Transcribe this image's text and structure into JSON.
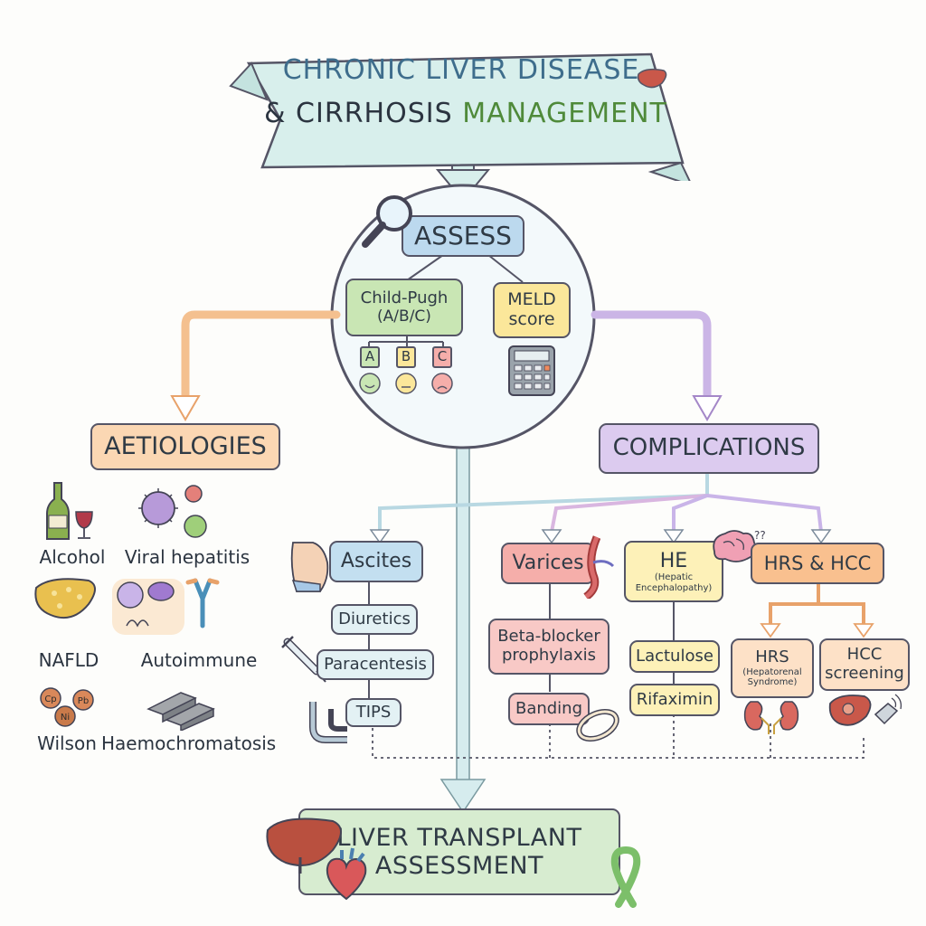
{
  "banner": {
    "line1": "CHRONIC LIVER DISEASE",
    "line2a": "& CIRRHOSIS",
    "line2b": "MANAGEMENT"
  },
  "assess": {
    "title": "ASSESS",
    "child_pugh": {
      "line1": "Child-Pugh",
      "line2": "(A/B/C)"
    },
    "grades": [
      "A",
      "B",
      "C"
    ],
    "meld": {
      "line1": "MELD",
      "line2": "score"
    }
  },
  "aetiologies": {
    "title": "AETIOLOGIES",
    "items": [
      "Alcohol",
      "Viral hepatitis",
      "NAFLD",
      "Autoimmune",
      "Wilson",
      "Haemochromatosis"
    ],
    "wilson_tiles": [
      "Cp",
      "Pb",
      "Ni"
    ]
  },
  "complications": {
    "title": "COMPLICATIONS",
    "ascites": {
      "title": "Ascites",
      "steps": [
        "Diuretics",
        "Paracentesis",
        "TIPS"
      ]
    },
    "varices": {
      "title": "Varices",
      "steps": [
        "Beta-blocker prophylaxis",
        "Banding"
      ]
    },
    "he": {
      "title": "HE",
      "subtitle": "(Hepatic Encephalopathy)",
      "steps": [
        "Lactulose",
        "Rifaximin"
      ]
    },
    "hrs_hcc": {
      "title": "HRS & HCC",
      "hrs": {
        "title": "HRS",
        "subtitle": "(Hepatorenal Syndrome)"
      },
      "hcc": {
        "line1": "HCC",
        "line2": "screening"
      }
    }
  },
  "transplant": {
    "line1": "LIVER TRANSPLANT",
    "line2": "ASSESSMENT"
  },
  "colors": {
    "banner": "#d8efec",
    "assess": "#bcd9ee",
    "green": "#c9e6b4",
    "yellow": "#fbe79a",
    "peach": "#fbd7b3",
    "purple": "#dccbef",
    "red": "#f5aeaa",
    "pale_yellow": "#fdf1b8",
    "orange": "#f9c08f",
    "light_peach": "#fde1c7",
    "pale_blue": "#e3f1f4",
    "transplant": "#d7ecd0"
  }
}
